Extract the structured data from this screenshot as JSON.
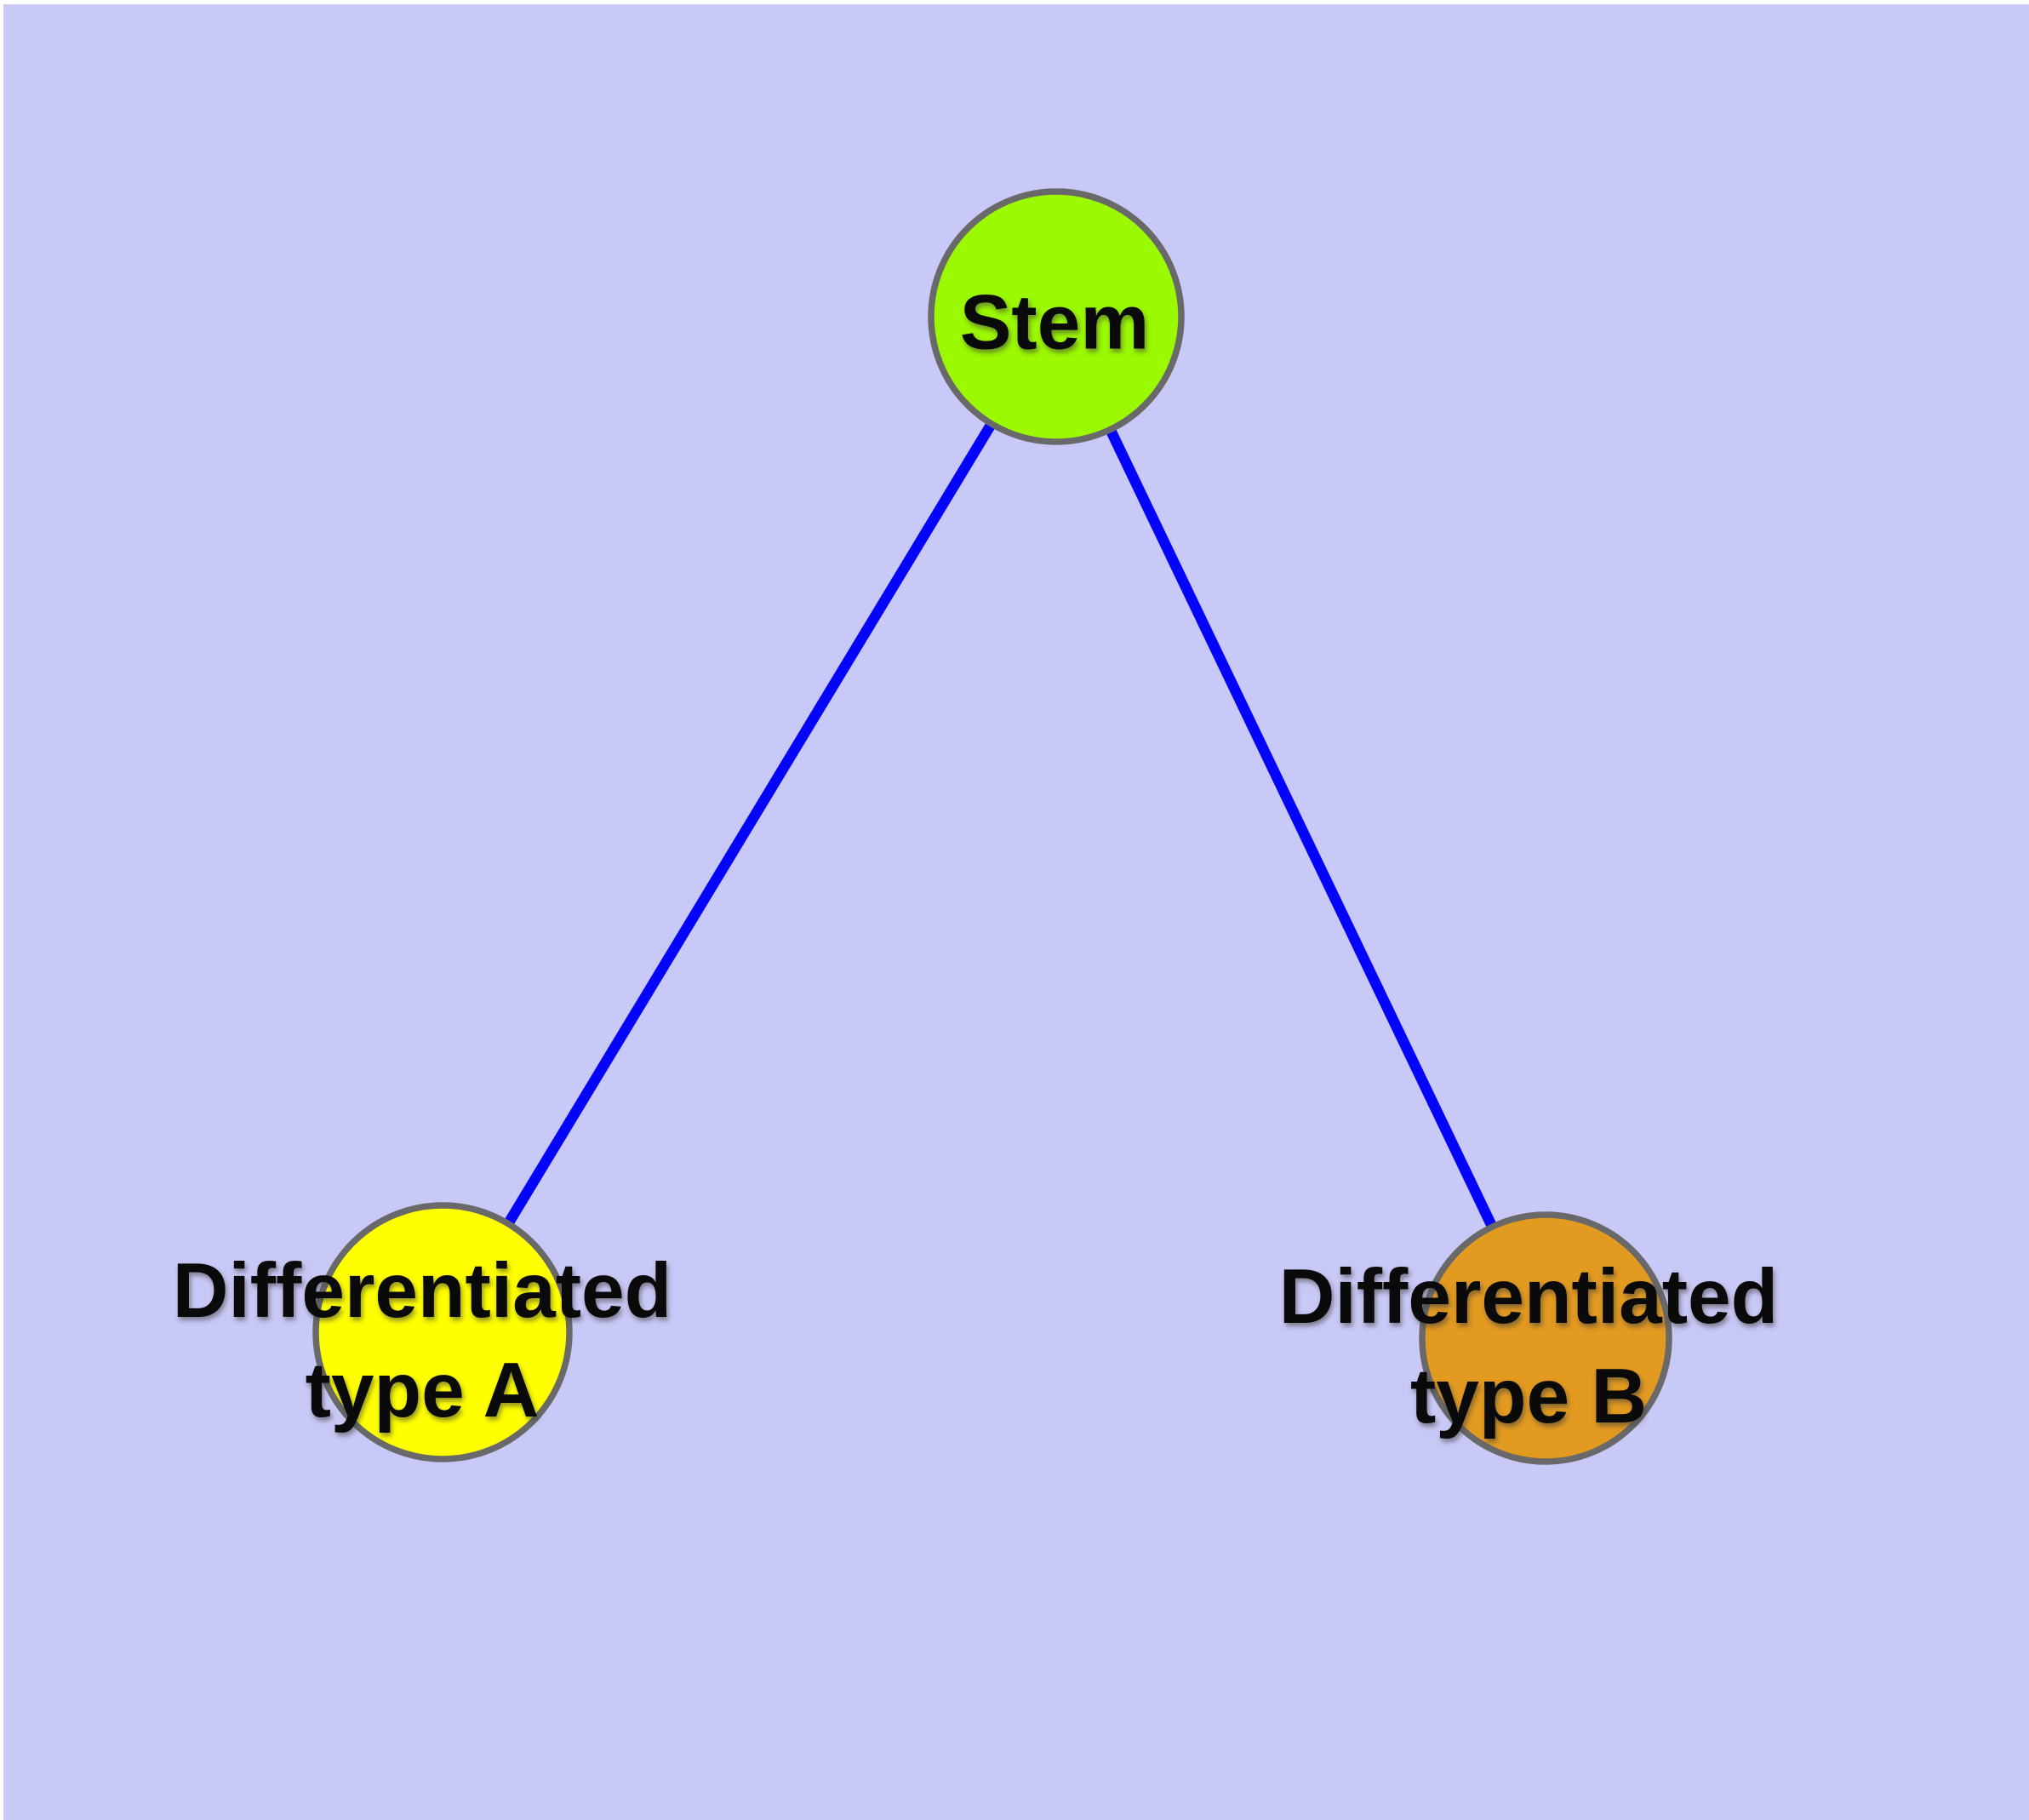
{
  "colors": {
    "page_bg": "#FFFFFF",
    "canvas_bg": "#C9C9F7",
    "edge": "#0404FA",
    "node_border": "#696969",
    "label": "#0A0A0A",
    "stem_fill": "#9BF902",
    "type_a_fill": "#FFFF00",
    "type_b_fill": "#E39A20"
  },
  "nodes": {
    "stem": {
      "label": "Stem"
    },
    "type_a": {
      "line1": "Differentiated",
      "line2": "type A"
    },
    "type_b": {
      "line1": "Differentiated",
      "line2": "type B"
    }
  },
  "edges": [
    {
      "from": "stem",
      "to": "type_a"
    },
    {
      "from": "stem",
      "to": "type_b"
    }
  ]
}
